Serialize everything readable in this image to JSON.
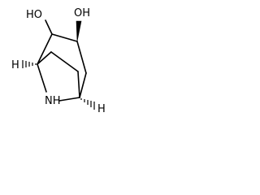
{
  "structure": {
    "atoms": {
      "oh_left": "HO",
      "oh_right": "OH",
      "nh": "NH"
    },
    "stereo_marks": {
      "h_left": "H",
      "h_right": "H"
    }
  }
}
